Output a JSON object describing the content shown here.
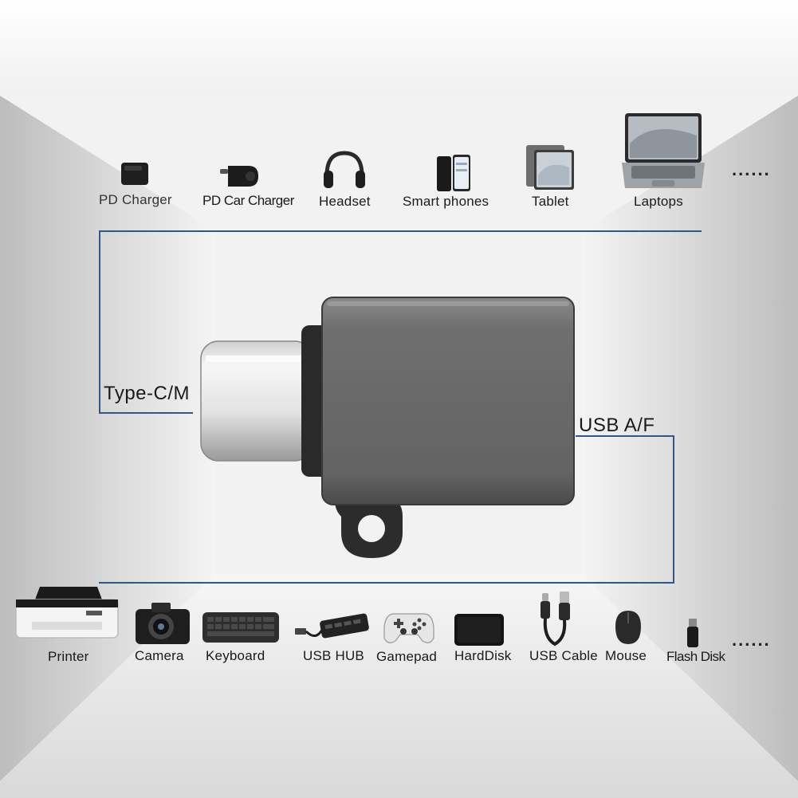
{
  "top_devices": [
    {
      "label": "PD Charger",
      "icon": "charger-icon"
    },
    {
      "label": "PD Car Charger",
      "icon": "car-charger-icon"
    },
    {
      "label": "Headset",
      "icon": "headset-icon"
    },
    {
      "label": "Smart phones",
      "icon": "smartphone-icon"
    },
    {
      "label": "Tablet",
      "icon": "tablet-icon"
    },
    {
      "label": "Laptops",
      "icon": "laptop-icon"
    }
  ],
  "bottom_devices": [
    {
      "label": "Printer",
      "icon": "printer-icon"
    },
    {
      "label": "Camera",
      "icon": "camera-icon"
    },
    {
      "label": "Keyboard",
      "icon": "keyboard-icon"
    },
    {
      "label": "USB HUB",
      "icon": "usb-hub-icon"
    },
    {
      "label": "Gamepad",
      "icon": "gamepad-icon"
    },
    {
      "label": "HardDisk",
      "icon": "harddisk-icon"
    },
    {
      "label": "USB Cable",
      "icon": "usb-cable-icon"
    },
    {
      "label": "Mouse",
      "icon": "mouse-icon"
    },
    {
      "label": "Flash Disk",
      "icon": "flash-disk-icon"
    }
  ],
  "more_indicator": "......",
  "connector_labels": {
    "left": "Type-C/M",
    "right": "USB A/F"
  },
  "colors": {
    "frame_line": "#2b5a8a",
    "adapter_body": "#6b6b6b",
    "background": "#f2f2f2"
  }
}
